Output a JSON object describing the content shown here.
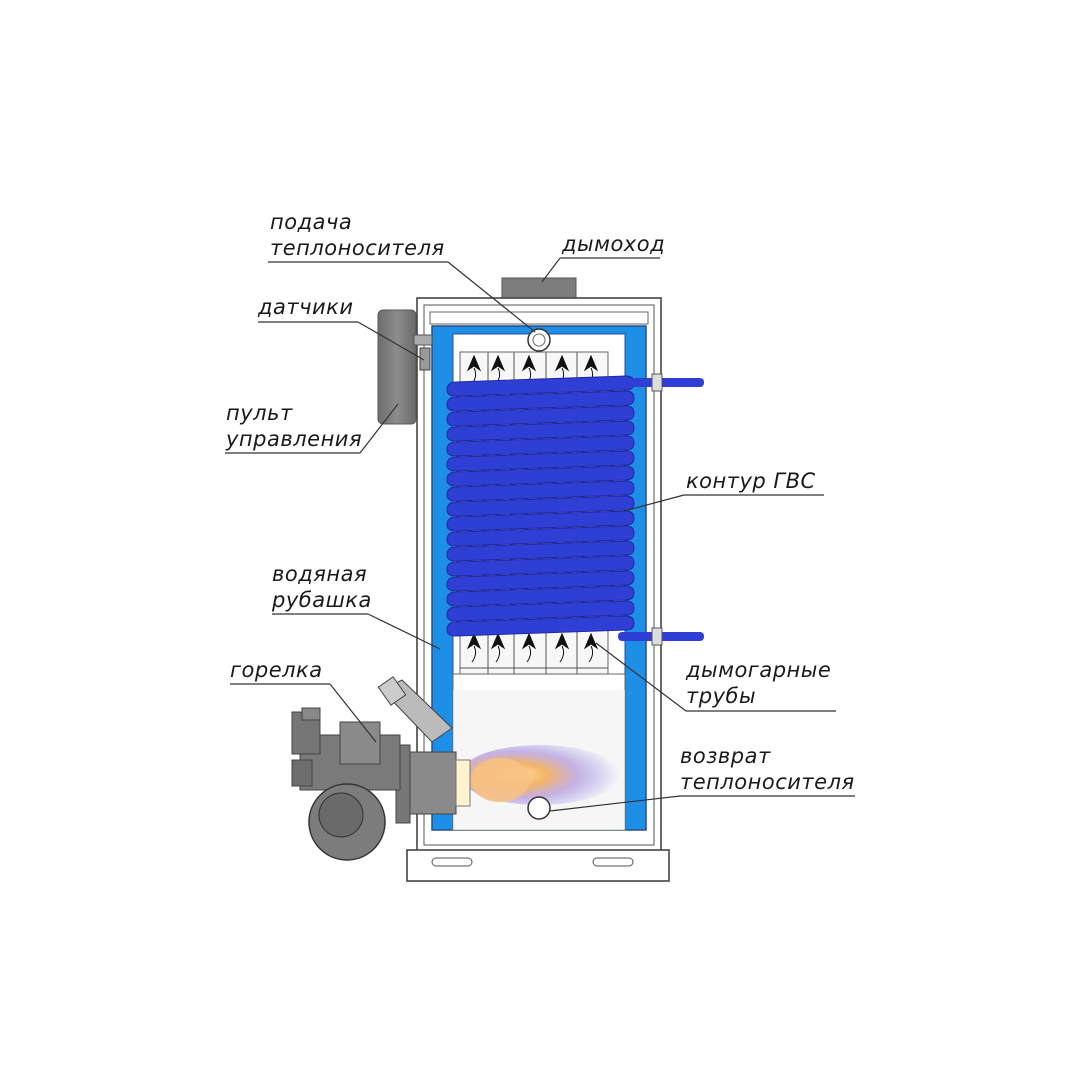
{
  "labels": {
    "supply_line1": "подача",
    "supply_line2": "теплоносителя",
    "chimney": "дымоход",
    "sensors": "датчики",
    "panel_line1": "пульт",
    "panel_line2": "управления",
    "dhw_circuit": "контур ГВС",
    "jacket_line1": "водяная",
    "jacket_line2": "рубашка",
    "burner": "горелка",
    "firetubes_line1": "дымогарные",
    "firetubes_line2": "трубы",
    "return_line1": "возврат",
    "return_line2": "теплоносителя"
  },
  "colors": {
    "water_jacket": "#1e8fe6",
    "dhw_coil": "#2f3fd6",
    "body_gray": "#7b7b7b",
    "flame_core": "#f3b56a",
    "flame_outer": "#9aa0f0"
  },
  "icons": {
    "coil_turns": 17,
    "tube_columns": 5
  }
}
